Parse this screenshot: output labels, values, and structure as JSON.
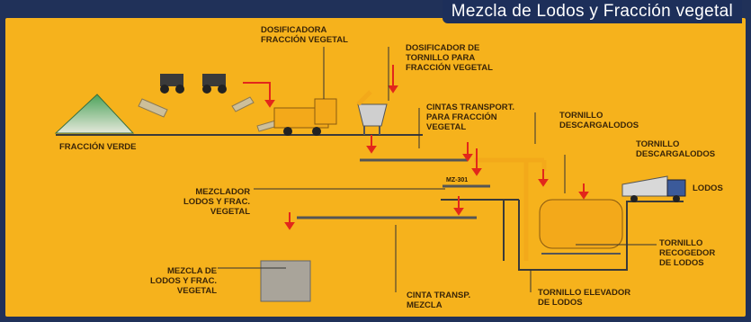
{
  "title": "Mezcla de Lodos y Fracción vegetal",
  "labels": {
    "fraccion_verde": "FRACCIÓN VERDE",
    "dosificadora": "DOSIFICADORA\nFRACCIÓN VEGETAL",
    "dosificador_tornillo": "DOSIFICADOR DE\nTORNILLO PARA\nFRACCIÓN VEGETAL",
    "cintas": "CINTAS TRANSPORT.\nPARA FRACCIÓN\nVEGETAL",
    "tornillo_descarga_1": "TORNILLO\nDESCARGALODOS",
    "tornillo_descarga_2": "TORNILLO\nDESCARGALODOS",
    "lodos": "LODOS",
    "mezclador": "MEZCLADOR\nLODOS Y FRAC.\nVEGETAL",
    "mz": "MZ-301",
    "tornillo_recogedor": "TORNILLO\nRECOGEDOR\nDE LODOS",
    "mezcla": "MEZCLA DE\nLODOS Y FRAC.\nVEGETAL",
    "cinta_mezcla": "CINTA TRANSP.\nMEZCLA",
    "tornillo_elevador": "TORNILLO ELEVADOR\nDE LODOS"
  },
  "colors": {
    "background": "#f6b21c",
    "title_bg": "#1d2f5a",
    "arrow": "#e2271b",
    "machine": "#f3a91a",
    "pile": "#3e8e4a"
  }
}
